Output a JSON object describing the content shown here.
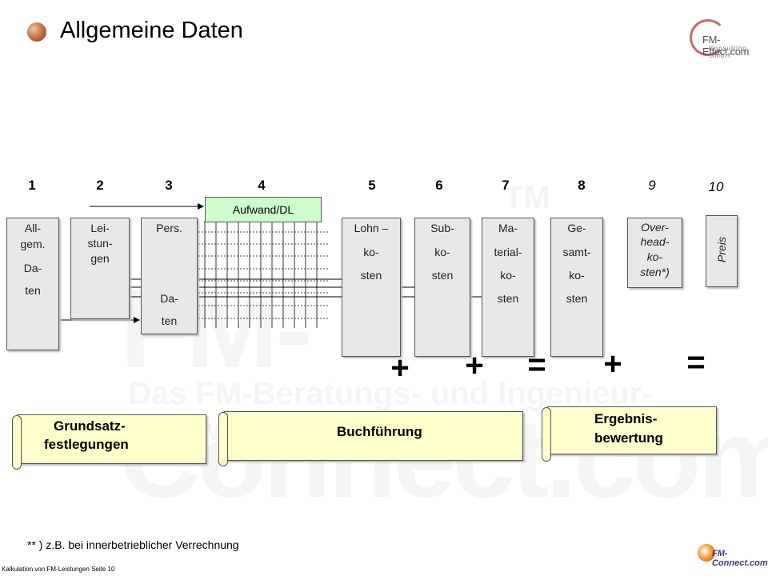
{
  "title": "Allgemeine Daten",
  "logo_top": {
    "text": "FM-Effect.com",
    "sub": "Consulting GmbH"
  },
  "watermark": {
    "main": "FM-Connect.com",
    "tagline": "Das FM-Beratungs- und Ingenieur-Netzwerk!",
    "tm": "TM"
  },
  "numbers": [
    "1",
    "2",
    "3",
    "4",
    "5",
    "6",
    "7",
    "8",
    "9",
    "10"
  ],
  "green_box": "Aufwand/DL",
  "columns": {
    "c1": [
      "All-",
      "gem.",
      "Da-",
      "ten"
    ],
    "c2": [
      "Lei-",
      "stun-",
      "gen"
    ],
    "c3_top": "Pers.",
    "c3_bottom": [
      "Da-",
      "ten"
    ],
    "c5": [
      "Lohn –",
      "ko-",
      "sten"
    ],
    "c6": [
      "Sub-",
      "ko-",
      "sten"
    ],
    "c7": [
      "Ma-",
      "terial-",
      "ko-",
      "sten"
    ],
    "c8": [
      "Ge-",
      "samt-",
      "ko-",
      "sten"
    ],
    "c9": [
      "Over-",
      "head-",
      "ko-",
      "sten*)"
    ],
    "c10": "Preis"
  },
  "operators": [
    "+",
    "+",
    "=",
    "+",
    "="
  ],
  "scrolls": {
    "s1": [
      "Grundsatz-",
      "festlegungen"
    ],
    "s2": "Buchführung",
    "s3": [
      "Ergebnis-",
      "bewertung"
    ]
  },
  "footnote": "** ) z.B. bei innerbetrieblicher Verrechnung",
  "footer_small": "Kalkulation von FM-Leistungen Seite 10",
  "logo_bottom": "FM-Connect.com"
}
